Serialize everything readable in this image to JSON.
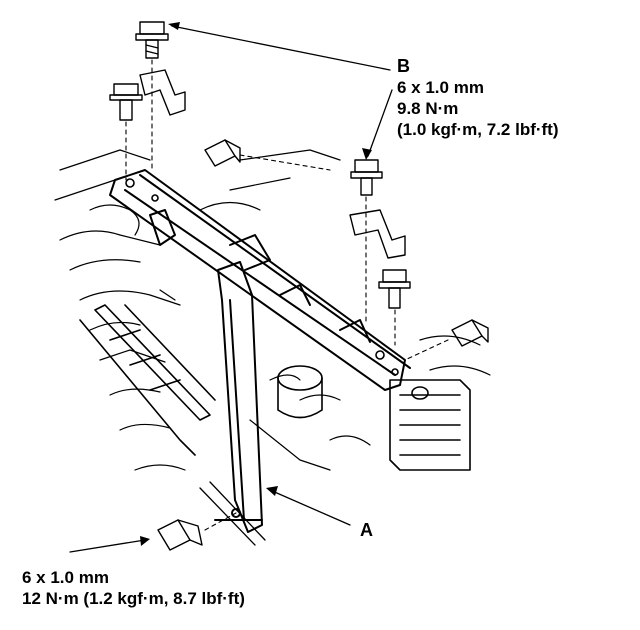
{
  "callout_b": {
    "letter": "B",
    "size": "6 x 1.0 mm",
    "torque": "9.8 N·m",
    "torque_alt": "(1.0 kgf·m, 7.2 lbf·ft)"
  },
  "callout_a": {
    "letter": "A"
  },
  "spec_bottom": {
    "size": "6 x 1.0 mm",
    "torque": "12 N·m (1.2 kgf·m, 8.7 lbf·ft)"
  },
  "colors": {
    "ink": "#000000",
    "paper": "#ffffff"
  }
}
